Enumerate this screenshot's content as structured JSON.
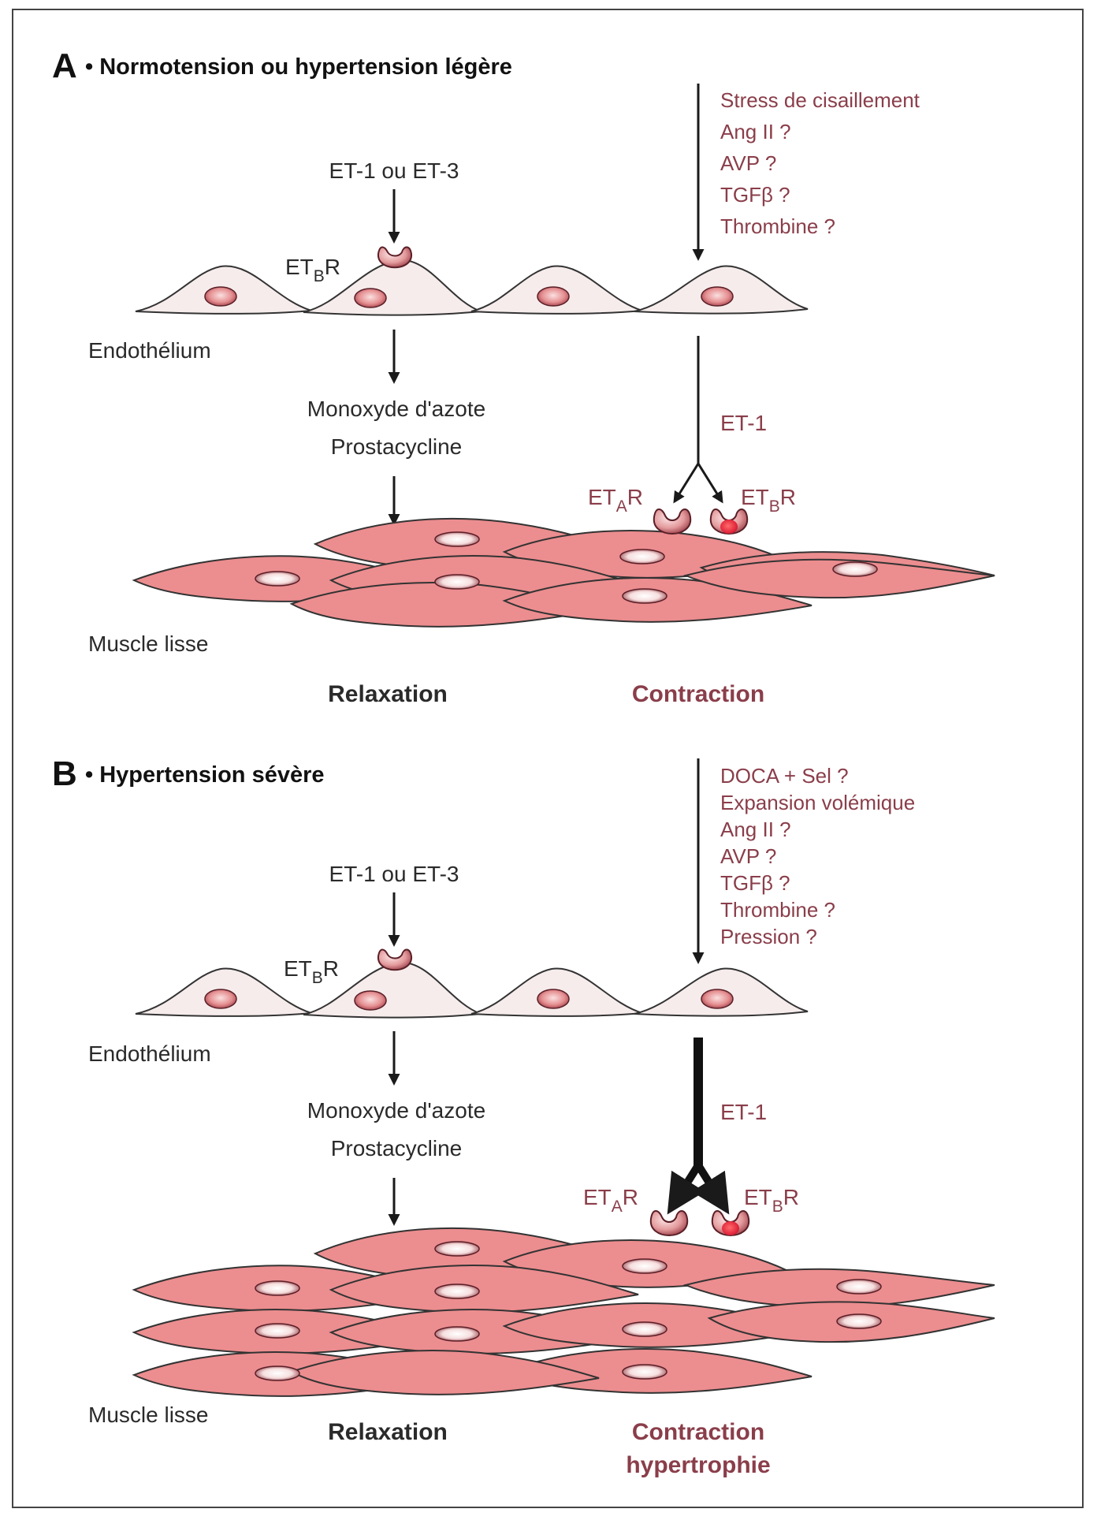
{
  "colors": {
    "maroon": "#8a3e4a",
    "dark_text": "#2a2a2a",
    "endothelial_fill": "#f6ecec",
    "smooth_muscle_fill": "#ec8d8f",
    "receptor_fill": "#e9a6a6",
    "frame": "#444444"
  },
  "panel_a": {
    "letter": "A",
    "title": "• Normotension ou hypertension légère",
    "ligand_label": "ET-1 ou ET-3",
    "receptor_b_label": {
      "main": "ET",
      "sub": "B",
      "suffix": "R"
    },
    "stimuli": [
      "Stress de cisaillement",
      "Ang II ?",
      "AVP ?",
      "TGFβ ?",
      "Thrombine ?"
    ],
    "endothelium_label": "Endothélium",
    "mediators": [
      "Monoxyde d'azote",
      "Prostacycline"
    ],
    "et1_label": "ET-1",
    "receptor_a_label": {
      "main": "ET",
      "sub": "A",
      "suffix": "R"
    },
    "smooth_muscle_receptor_b_label": {
      "main": "ET",
      "sub": "B",
      "suffix": "R"
    },
    "muscle_label": "Muscle lisse",
    "relaxation_label": "Relaxation",
    "contraction_label": "Contraction"
  },
  "panel_b": {
    "letter": "B",
    "title": "• Hypertension sévère",
    "ligand_label": "ET-1 ou ET-3",
    "receptor_b_label": {
      "main": "ET",
      "sub": "B",
      "suffix": "R"
    },
    "stimuli": [
      "DOCA + Sel ?",
      "Expansion volémique",
      "Ang II ?",
      "AVP ?",
      "TGFβ ?",
      "Thrombine ?",
      "Pression ?"
    ],
    "endothelium_label": "Endothélium",
    "mediators": [
      "Monoxyde d'azote",
      "Prostacycline"
    ],
    "et1_label": "ET-1",
    "receptor_a_label": {
      "main": "ET",
      "sub": "A",
      "suffix": "R"
    },
    "smooth_muscle_receptor_b_label": {
      "main": "ET",
      "sub": "B",
      "suffix": "R"
    },
    "muscle_label": "Muscle lisse",
    "relaxation_label": "Relaxation",
    "contraction_label": [
      "Contraction",
      "hypertrophie"
    ]
  }
}
